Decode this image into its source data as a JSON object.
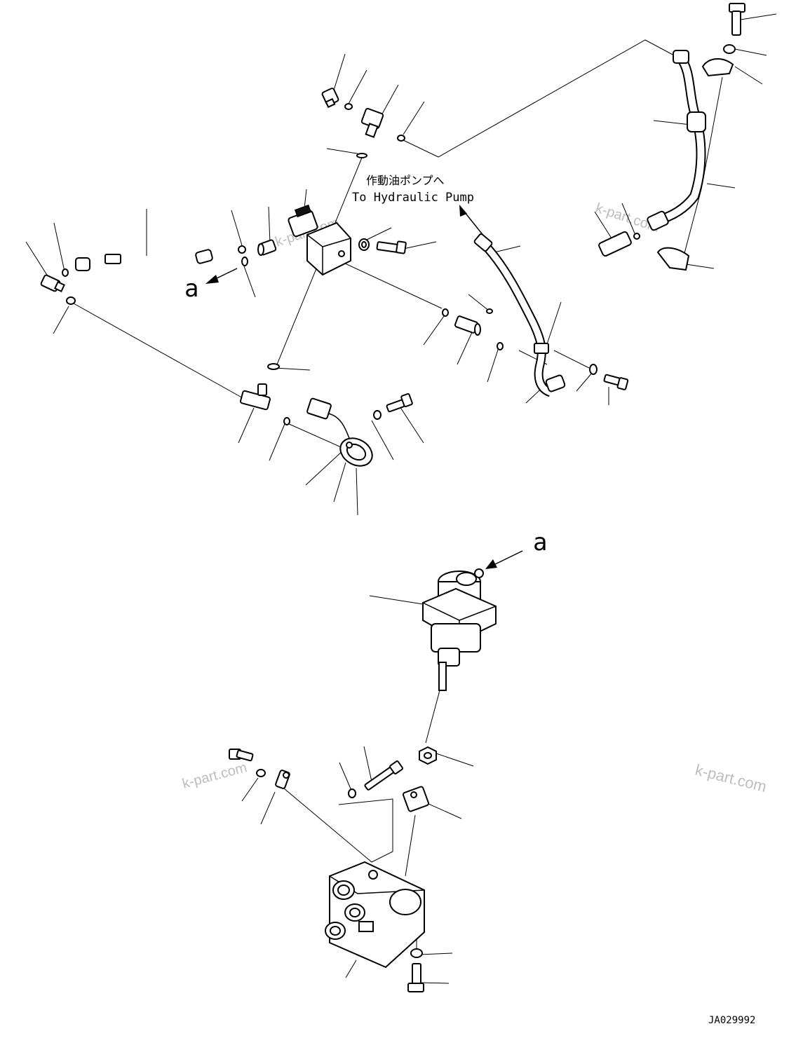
{
  "diagram": {
    "pump_label_jp": "作動油ポンプへ",
    "pump_label_en": "To Hydraulic Pump",
    "ref_marker_top": "a",
    "ref_marker_bottom": "a",
    "watermarks": [
      "k-part.com",
      "k-part.com",
      "k-part.com",
      "k-part.com"
    ],
    "drawing_number": "JA029992"
  }
}
